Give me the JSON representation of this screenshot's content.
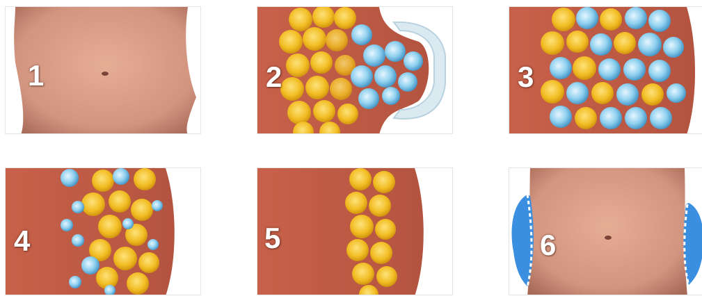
{
  "panels": [
    {
      "label": "1"
    },
    {
      "label": "2"
    },
    {
      "label": "3"
    },
    {
      "label": "4"
    },
    {
      "label": "5"
    },
    {
      "label": "6"
    }
  ],
  "colors": {
    "skin": "#d99a82",
    "skin_shadow": "#b87563",
    "tissue": "#c4604a",
    "fat_cell": "#f0b81c",
    "fat_edge": "#c98a08",
    "frozen_cell": "#7cc3e6",
    "frozen_edge": "#3d8fc2",
    "applicator": "#cfe6f2",
    "cool_pad": "#3a8fe0"
  }
}
